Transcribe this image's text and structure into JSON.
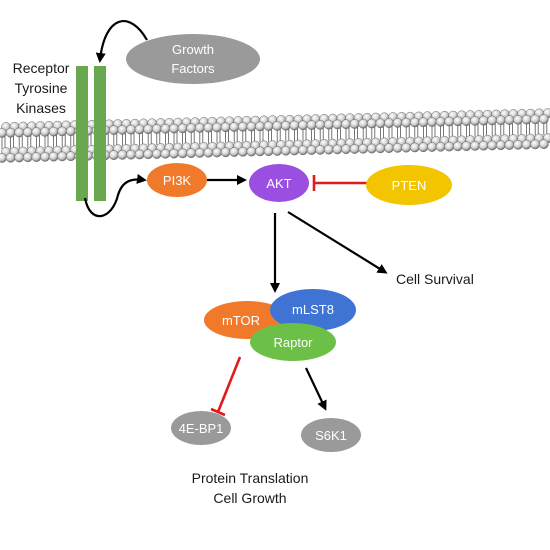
{
  "labels": {
    "receptor": [
      "Receptor",
      "Tyrosine",
      "Kinases"
    ],
    "growth_factors": [
      "Growth",
      "Factors"
    ],
    "cell_survival": "Cell Survival",
    "outcome": [
      "Protein Translation",
      "Cell Growth"
    ]
  },
  "nodes": {
    "pi3k": "PI3K",
    "akt": "AKT",
    "pten": "PTEN",
    "mtor": "mTOR",
    "mlst8": "mLST8",
    "raptor": "Raptor",
    "eif4ebp1": "4E-BP1",
    "s6k1": "S6K1"
  },
  "colors": {
    "receptor": "#6aa84f",
    "growth_factors": "#9a9a9a",
    "pi3k": "#f07a2a",
    "akt": "#9a4fe0",
    "pten": "#f2c500",
    "mtor": "#f07a2a",
    "mlst8": "#3f74d4",
    "raptor": "#6cbf47",
    "eif4ebp1": "#9a9a9a",
    "s6k1": "#9a9a9a",
    "activation": "#000000",
    "inhibition": "#e01b1b"
  }
}
